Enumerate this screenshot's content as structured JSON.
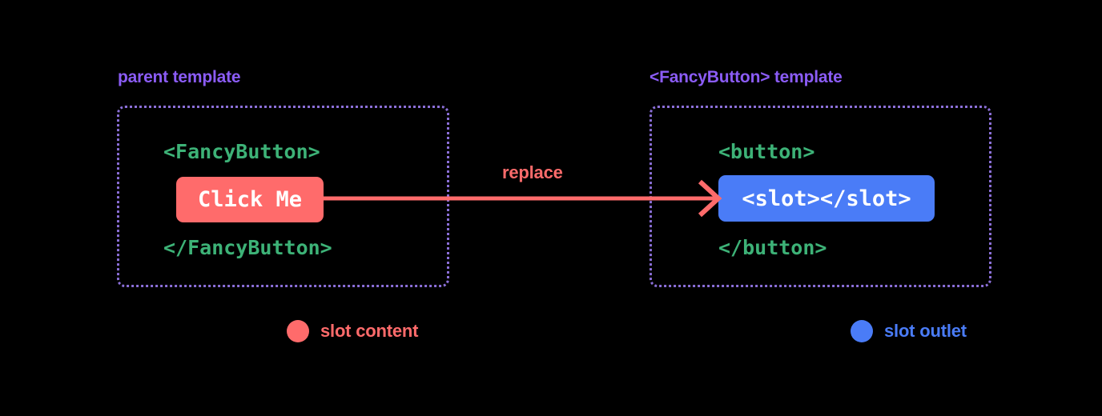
{
  "diagram": {
    "title": "Vue slot content and slot outlet diagram",
    "background_color": "#000000"
  },
  "panels": [
    {
      "id": "parent",
      "caption": "parent template",
      "caption_color": "#8B5CF6",
      "border_color": "#8B6FD8",
      "open_tag": "<FancyButton>",
      "close_tag": "</FancyButton>",
      "chip_label": "Click Me",
      "chip_color": "#FF6B6B",
      "code_color": "#3DB277"
    },
    {
      "id": "fancybutton",
      "caption": "<FancyButton> template",
      "caption_color": "#8B5CF6",
      "border_color": "#8B6FD8",
      "open_tag": "<button>",
      "close_tag": "</button>",
      "chip_label": "<slot></slot>",
      "chip_color": "#4A7CF7",
      "code_color": "#3DB277"
    }
  ],
  "arrow": {
    "label": "replace",
    "color": "#FF6B6B"
  },
  "legend": [
    {
      "label": "slot content",
      "color": "#FF6B6B"
    },
    {
      "label": "slot outlet",
      "color": "#4A7CF7"
    }
  ]
}
